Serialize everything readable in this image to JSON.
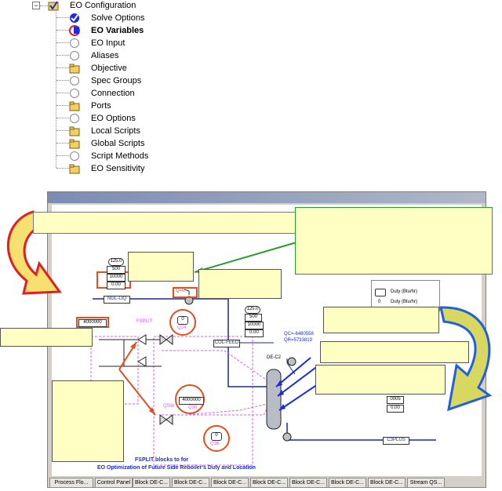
{
  "tree": {
    "root": "EO Configuration",
    "items": [
      {
        "label": "Solve Options",
        "icon": "check",
        "bold": false
      },
      {
        "label": "EO Variables",
        "icon": "error",
        "bold": true
      },
      {
        "label": "EO Input",
        "icon": "circle",
        "bold": false
      },
      {
        "label": "Aliases",
        "icon": "circle",
        "bold": false
      },
      {
        "label": "Objective",
        "icon": "folder",
        "bold": false
      },
      {
        "label": "Spec Groups",
        "icon": "circle",
        "bold": false
      },
      {
        "label": "Connection",
        "icon": "circle",
        "bold": false
      },
      {
        "label": "Ports",
        "icon": "folder",
        "bold": false
      },
      {
        "label": "EO Options",
        "icon": "circle",
        "bold": false
      },
      {
        "label": "Local Scripts",
        "icon": "folder",
        "bold": false
      },
      {
        "label": "Global Scripts",
        "icon": "folder",
        "bold": false
      },
      {
        "label": "Script Methods",
        "icon": "circle",
        "bold": false
      },
      {
        "label": "EO Sensitivity",
        "icon": "folder",
        "bold": false
      }
    ]
  },
  "flowsheet": {
    "streams": {
      "ngl_liq": "NGL-LIQ",
      "col_feed": "COL-FEED",
      "c3plus": "C3PLUS",
      "q_zero": "Q=0"
    },
    "blocks": {
      "column": "DE-C2",
      "fsplit": "FSPLIT"
    },
    "column_duties": {
      "qc": "QC=-6480558",
      "qr": "QR=5733819"
    },
    "duty_legend": {
      "duty1": "Duty (Btu/hr)",
      "duty2": "Duty (Btu/hr)",
      "value2": "0"
    },
    "values": {
      "v125a": "125.0",
      "v500a": "500",
      "v10000a": "10000",
      "v000a": "0.00",
      "v125b": "125.0",
      "v500b": "500",
      "v10000b": "10000",
      "v000b": "0.00",
      "v4000000": "4000000",
      "v4000000b": "4000000",
      "q_zero_a": "0",
      "q_zero_b": "0",
      "v0005": "0005",
      "v000c": "0.00"
    },
    "q_labels": {
      "q24": "Q24",
      "q30": "Q30",
      "q36": "Q36",
      "qsw": "QSW"
    },
    "caption_line1": "FSPLIT blocks to for",
    "caption_line2": "EO Optimization of Future Side Reboiler's  Duty and Location"
  },
  "tabs": [
    "Process Flo...",
    "Control Panel",
    "Block DE-C...",
    "Block DE-C...",
    "Block DE-C...",
    "Block DE-C...",
    "Block DE-C...",
    "Block DE-C...",
    "Block DE-C...",
    "Stream QS..."
  ],
  "colors": {
    "red_arrow": "#e02020",
    "blue_arrow": "#2060e0",
    "highlight": "#e05020",
    "callout_fill": "#ffffc4",
    "stream": "#1a2a8c",
    "pink_dash": "#e060e0"
  }
}
